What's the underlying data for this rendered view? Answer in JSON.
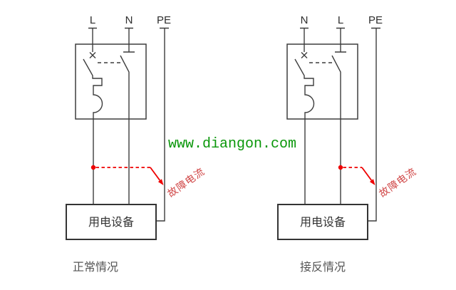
{
  "colors": {
    "line": "#3d3d3d",
    "label": "#2e2e2e",
    "caption": "#555555",
    "fault": "#ee0000",
    "fault_text": "#d04646",
    "watermark": "#0a970a"
  },
  "watermark": {
    "text": "www.diangon.com"
  },
  "diagrams": [
    {
      "caption": "正常情况",
      "terminals": [
        "L",
        "N",
        "PE"
      ],
      "device_label": "用电设备",
      "fault_label": "故障电流"
    },
    {
      "caption": "接反情况",
      "terminals": [
        "N",
        "L",
        "PE"
      ],
      "device_label": "用电设备",
      "fault_label": "故障电流"
    }
  ]
}
